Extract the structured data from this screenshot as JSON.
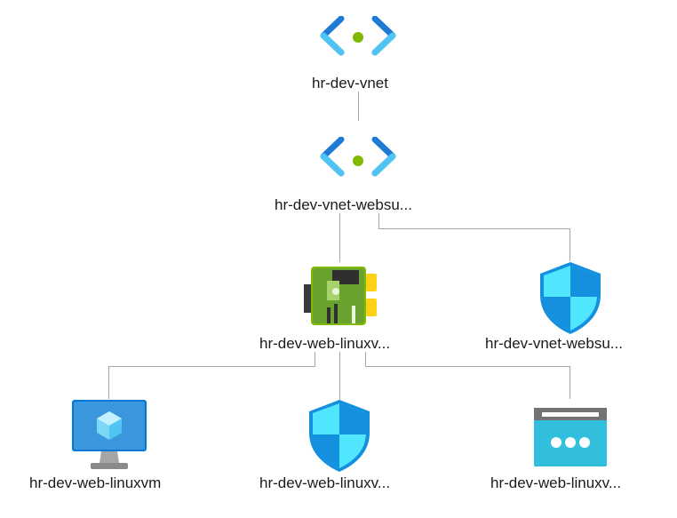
{
  "nodes": {
    "vnet": {
      "label": "hr-dev-vnet",
      "icon": "virtual-network-icon"
    },
    "subnet": {
      "label": "hr-dev-vnet-websu...",
      "icon": "subnet-icon"
    },
    "nic": {
      "label": "hr-dev-web-linuxv...",
      "icon": "network-interface-icon"
    },
    "subnet_nsg": {
      "label": "hr-dev-vnet-websu...",
      "icon": "network-security-group-icon"
    },
    "vm": {
      "label": "hr-dev-web-linuxvm",
      "icon": "virtual-machine-icon"
    },
    "nic_nsg": {
      "label": "hr-dev-web-linuxv...",
      "icon": "network-security-group-icon"
    },
    "public_ip": {
      "label": "hr-dev-web-linuxv...",
      "icon": "public-ip-icon"
    }
  },
  "colors": {
    "edge": "#a6a6a6",
    "vnet_dark": "#1d7bd6",
    "vnet_light": "#50c4f2",
    "vnet_dot": "#7fba00",
    "nic_green": "#7fba00",
    "nic_yellow": "#fcd116",
    "shield_light": "#50e6ff",
    "shield_dark": "#1490df"
  }
}
